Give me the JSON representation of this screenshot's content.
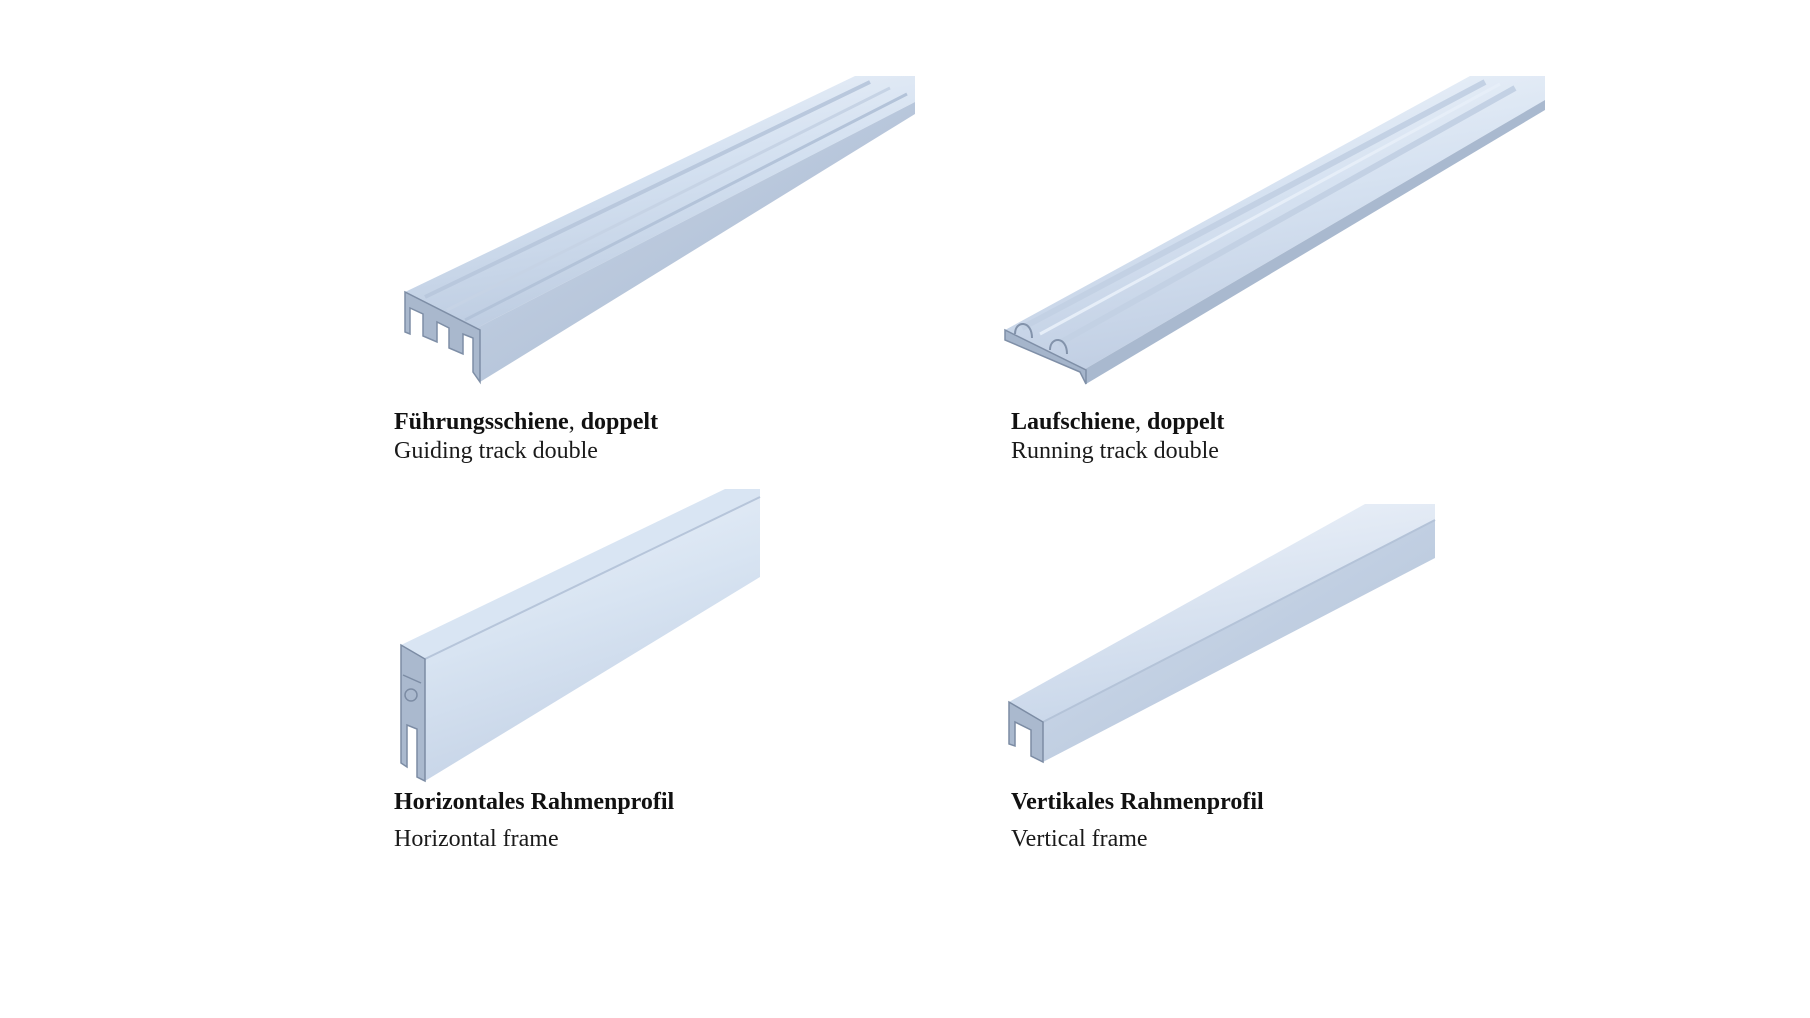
{
  "products": [
    {
      "title_part1": "Führungsschiene",
      "title_sep": ",",
      "title_part2": " doppelt",
      "subtitle": "Guiding track double",
      "icon": "guiding-track-double-profile"
    },
    {
      "title_part1": "Laufschiene",
      "title_sep": ",",
      "title_part2": " doppelt",
      "subtitle": "Running track double",
      "icon": "running-track-double-profile"
    },
    {
      "title_part1": "Horizontales Rahmenprofil",
      "title_sep": "",
      "title_part2": "",
      "subtitle": "Horizontal frame",
      "icon": "horizontal-frame-profile"
    },
    {
      "title_part1": "Vertikales Rahmenprofil",
      "title_sep": "",
      "title_part2": "",
      "subtitle": "Vertical frame",
      "icon": "vertical-frame-profile"
    }
  ],
  "colors": {
    "metal_light": "#dfe9f6",
    "metal_mid": "#c4d3e8",
    "metal_dark": "#8f9fb6",
    "text": "#111111"
  }
}
